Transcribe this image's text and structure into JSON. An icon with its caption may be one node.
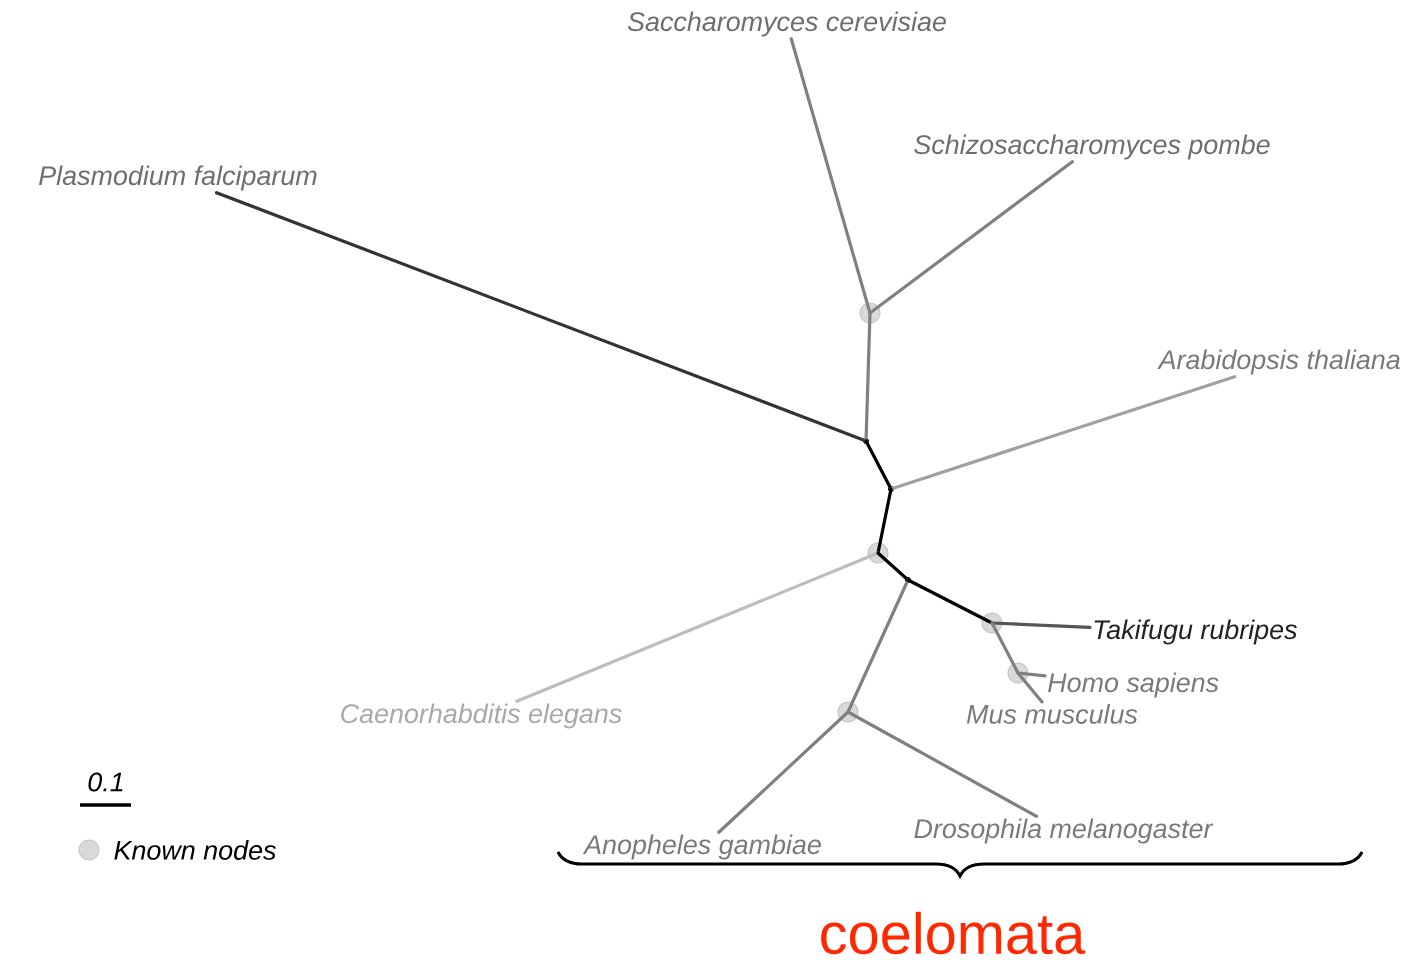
{
  "diagram": {
    "nodes": [
      {
        "text": [
          "Saccharomyces cerevisiae"
        ]
      },
      {
        "text": [
          "Schizosaccharomyces pombe"
        ]
      },
      {
        "text": [
          "Plasmodium falciparum"
        ]
      },
      {
        "text": [
          "Arabidopsis thaliana"
        ]
      },
      {
        "text": [
          "Takifugu rubripes"
        ]
      },
      {
        "text": [
          "Homo sapiens"
        ]
      },
      {
        "text": [
          "Mus musculus"
        ]
      },
      {
        "text": [
          "Caenorhabditis elegans"
        ]
      },
      {
        "text": [
          "Anopheles gambiae"
        ]
      },
      {
        "text": [
          "Drosophila melanogaster"
        ]
      },
      {
        "text": [],
        "shape": "circle"
      },
      {
        "text": [],
        "shape": "point"
      },
      {
        "text": [],
        "shape": "point"
      },
      {
        "text": [],
        "shape": "circle"
      },
      {
        "text": [],
        "shape": "point"
      },
      {
        "text": [],
        "shape": "circle"
      },
      {
        "text": [],
        "shape": "circle"
      },
      {
        "text": [],
        "shape": "circle"
      }
    ],
    "edges": [
      {
        "from": 10,
        "to": 0,
        "arrow": "none"
      },
      {
        "from": 10,
        "to": 1,
        "arrow": "none"
      },
      {
        "from": 11,
        "to": 2,
        "arrow": "none",
        "color": "#333333"
      },
      {
        "from": 11,
        "to": 10,
        "arrow": "none"
      },
      {
        "from": 11,
        "to": 12,
        "arrow": "none",
        "color": "#000000"
      },
      {
        "from": 12,
        "to": 3,
        "arrow": "none",
        "color": "#a0a0a0"
      },
      {
        "from": 12,
        "to": 13,
        "arrow": "none",
        "color": "#000000"
      },
      {
        "from": 13,
        "to": 7,
        "arrow": "none",
        "color": "#bdbdbd"
      },
      {
        "from": 13,
        "to": 14,
        "arrow": "none",
        "color": "#000000"
      },
      {
        "from": 14,
        "to": 17,
        "arrow": "none"
      },
      {
        "from": 14,
        "to": 15,
        "arrow": "none",
        "color": "#000000"
      },
      {
        "from": 15,
        "to": 4,
        "arrow": "none",
        "color": "#555555"
      },
      {
        "from": 15,
        "to": 16,
        "arrow": "none"
      },
      {
        "from": 16,
        "to": 5,
        "arrow": "none"
      },
      {
        "from": 16,
        "to": 6,
        "arrow": "none"
      },
      {
        "from": 17,
        "to": 8,
        "arrow": "none"
      },
      {
        "from": 17,
        "to": 9,
        "arrow": "none"
      }
    ],
    "labels": [
      "0.1",
      "coelomata"
    ],
    "legend": [
      {
        "text": "Known nodes"
      }
    ]
  }
}
